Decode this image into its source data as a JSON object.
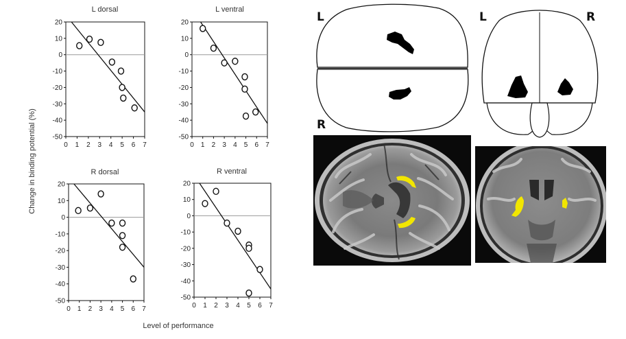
{
  "chart_data": [
    {
      "type": "scatter",
      "title": "L dorsal",
      "x": [
        1.2,
        2.1,
        3.1,
        4.1,
        4.9,
        5.0,
        5.1,
        6.1
      ],
      "y": [
        5.5,
        9.5,
        7.5,
        -4.5,
        -10,
        -20,
        -26.5,
        -32.5
      ],
      "fit_line": [
        [
          0.5,
          20
        ],
        [
          7,
          -35
        ]
      ],
      "xlim": [
        0,
        7
      ],
      "ylim": [
        -50,
        20
      ]
    },
    {
      "type": "scatter",
      "title": "L ventral",
      "x": [
        1.0,
        2.0,
        3.0,
        4.0,
        4.9,
        4.9,
        5.0,
        5.9
      ],
      "y": [
        16,
        4,
        -5,
        -4,
        -13.5,
        -21,
        -37.5,
        -35
      ],
      "fit_line": [
        [
          0.8,
          20
        ],
        [
          7,
          -42
        ]
      ],
      "xlim": [
        0,
        7
      ],
      "ylim": [
        -50,
        20
      ]
    },
    {
      "type": "scatter",
      "title": "R dorsal",
      "x": [
        0.9,
        2.0,
        3.0,
        4.0,
        5.0,
        5.0,
        5.0,
        6.0
      ],
      "y": [
        4,
        5.5,
        14,
        -3.5,
        -3.5,
        -11,
        -18,
        -37
      ],
      "fit_line": [
        [
          0.5,
          20
        ],
        [
          7,
          -30
        ]
      ],
      "xlim": [
        0,
        7
      ],
      "ylim": [
        -50,
        20
      ]
    },
    {
      "type": "scatter",
      "title": "R ventral",
      "x": [
        1.0,
        2.0,
        3.0,
        4.0,
        5.0,
        5.0,
        5.0,
        6.0
      ],
      "y": [
        7.5,
        15,
        -4.5,
        -9.5,
        -18,
        -20,
        -47.5,
        -33
      ],
      "fit_line": [
        [
          0.5,
          20
        ],
        [
          7,
          -45
        ]
      ],
      "xlim": [
        0,
        7
      ],
      "ylim": [
        -50,
        20
      ]
    }
  ],
  "xticks": [
    "0",
    "1",
    "2",
    "3",
    "4",
    "5",
    "6",
    "7"
  ],
  "yticks": [
    "20",
    "10",
    "0",
    "-10",
    "-20",
    "-30",
    "-40",
    "-50"
  ],
  "ylabel": "Change in binding potential (%)",
  "xlabel": "Level of performance",
  "brain": {
    "axial_left_label": "L",
    "axial_bottom_label": "R",
    "coronal_left_label": "L",
    "coronal_right_label": "R",
    "blob_color": "#000000",
    "overlay_color": "#f2e600"
  }
}
